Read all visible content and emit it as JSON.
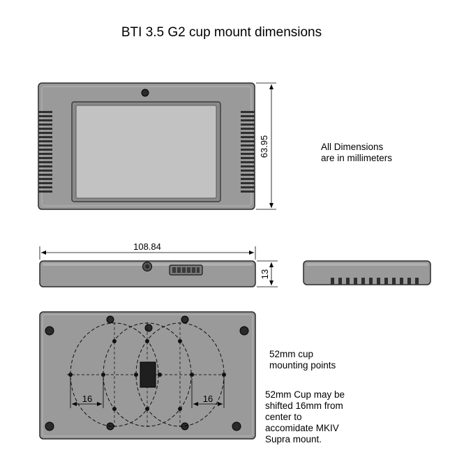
{
  "title": "BTI 3.5 G2 cup mount dimensions",
  "notes": {
    "units": [
      "All Dimensions",
      "are in millimeters"
    ],
    "cup_points": [
      "52mm cup",
      "mounting points"
    ],
    "cup_shift": [
      "52mm Cup may be",
      "shifted 16mm from",
      "center to",
      "accomidate MKIV",
      "Supra mount."
    ]
  },
  "dimensions": {
    "height": "63.95",
    "width": "108.84",
    "depth": "13",
    "offset_left": "16",
    "offset_right": "16"
  },
  "colors": {
    "body": "#9a9a9a",
    "body_dark": "#6e6e6e",
    "screen": "#c2c2c2",
    "outline": "#2b2b2b"
  }
}
